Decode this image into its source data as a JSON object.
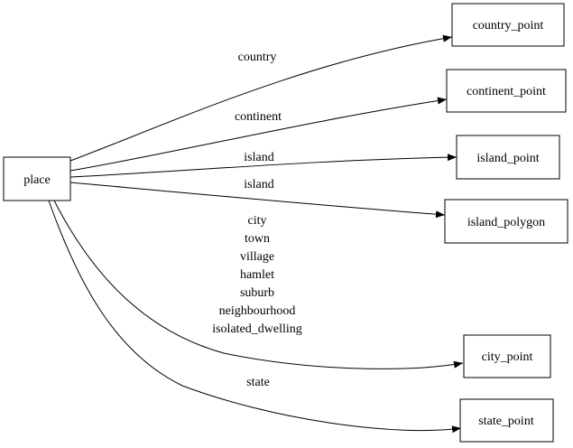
{
  "diagram": {
    "background_color": "#ffffff",
    "node_border_color": "#000000",
    "edge_color": "#000000",
    "text_color": "#000000",
    "nodes": [
      {
        "id": "place",
        "label": "place"
      },
      {
        "id": "country_point",
        "label": "country_point"
      },
      {
        "id": "continent_point",
        "label": "continent_point"
      },
      {
        "id": "island_point",
        "label": "island_point"
      },
      {
        "id": "island_polygon",
        "label": "island_polygon"
      },
      {
        "id": "city_point",
        "label": "city_point"
      },
      {
        "id": "state_point",
        "label": "state_point"
      }
    ],
    "edges": [
      {
        "from": "place",
        "to": "country_point",
        "label": "country"
      },
      {
        "from": "place",
        "to": "continent_point",
        "label": "continent"
      },
      {
        "from": "place",
        "to": "island_point",
        "label": "island"
      },
      {
        "from": "place",
        "to": "island_polygon",
        "label": "island"
      },
      {
        "from": "place",
        "to": "city_point",
        "label_lines": [
          "city",
          "town",
          "village",
          "hamlet",
          "suburb",
          "neighbourhood",
          "isolated_dwelling"
        ]
      },
      {
        "from": "place",
        "to": "state_point",
        "label": "state"
      }
    ]
  }
}
